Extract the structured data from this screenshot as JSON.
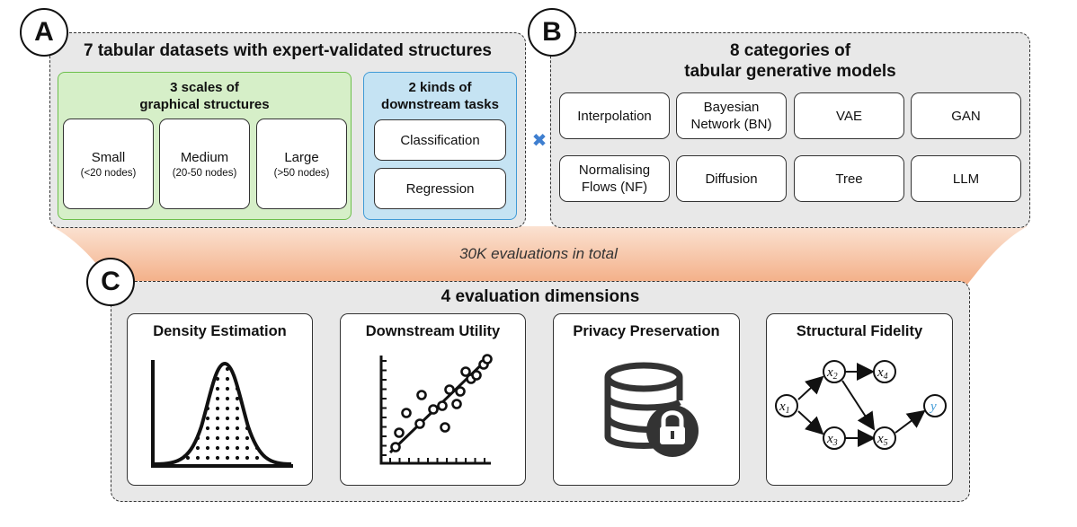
{
  "panel_a": {
    "letter": "A",
    "title": "7 tabular datasets with expert-validated structures",
    "scales": {
      "title_line1": "3 scales of",
      "title_line2": "graphical structures",
      "items": [
        {
          "label": "Small",
          "detail": "(<20 nodes)"
        },
        {
          "label": "Medium",
          "detail": "(20-50 nodes)"
        },
        {
          "label": "Large",
          "detail": "(>50 nodes)"
        }
      ]
    },
    "tasks": {
      "title_line1": "2 kinds of",
      "title_line2": "downstream tasks",
      "items": [
        "Classification",
        "Regression"
      ]
    }
  },
  "cross_symbol": "✖",
  "panel_b": {
    "letter": "B",
    "title_line1": "8 categories of",
    "title_line2": "tabular generative models",
    "models": [
      {
        "line1": "Interpolation",
        "line2": ""
      },
      {
        "line1": "Bayesian",
        "line2": "Network (BN)"
      },
      {
        "line1": "VAE",
        "line2": ""
      },
      {
        "line1": "GAN",
        "line2": ""
      },
      {
        "line1": "Normalising",
        "line2": "Flows (NF)"
      },
      {
        "line1": "Diffusion",
        "line2": ""
      },
      {
        "line1": "Tree",
        "line2": ""
      },
      {
        "line1": "LLM",
        "line2": ""
      }
    ]
  },
  "funnel_text": "30K evaluations in total",
  "panel_c": {
    "letter": "C",
    "title": "4 evaluation dimensions",
    "dimensions": [
      {
        "title": "Density Estimation",
        "icon": "density-curve-icon"
      },
      {
        "title": "Downstream Utility",
        "icon": "scatter-regression-icon"
      },
      {
        "title": "Privacy Preservation",
        "icon": "database-lock-icon"
      },
      {
        "title": "Structural Fidelity",
        "icon": "causal-graph-icon"
      }
    ]
  },
  "graph_nodes": [
    "x",
    "x",
    "x",
    "x",
    "x",
    "y"
  ],
  "graph_subscripts": [
    "1",
    "2",
    "3",
    "4",
    "5"
  ],
  "colors": {
    "green_bg": "#d6efc8",
    "green_border": "#6cbf4a",
    "blue_bg": "#c5e3f3",
    "blue_border": "#3f9ad6",
    "funnel": "#f4b48d",
    "cross": "#3f7fd0",
    "panel_bg": "#e8e8e8"
  }
}
